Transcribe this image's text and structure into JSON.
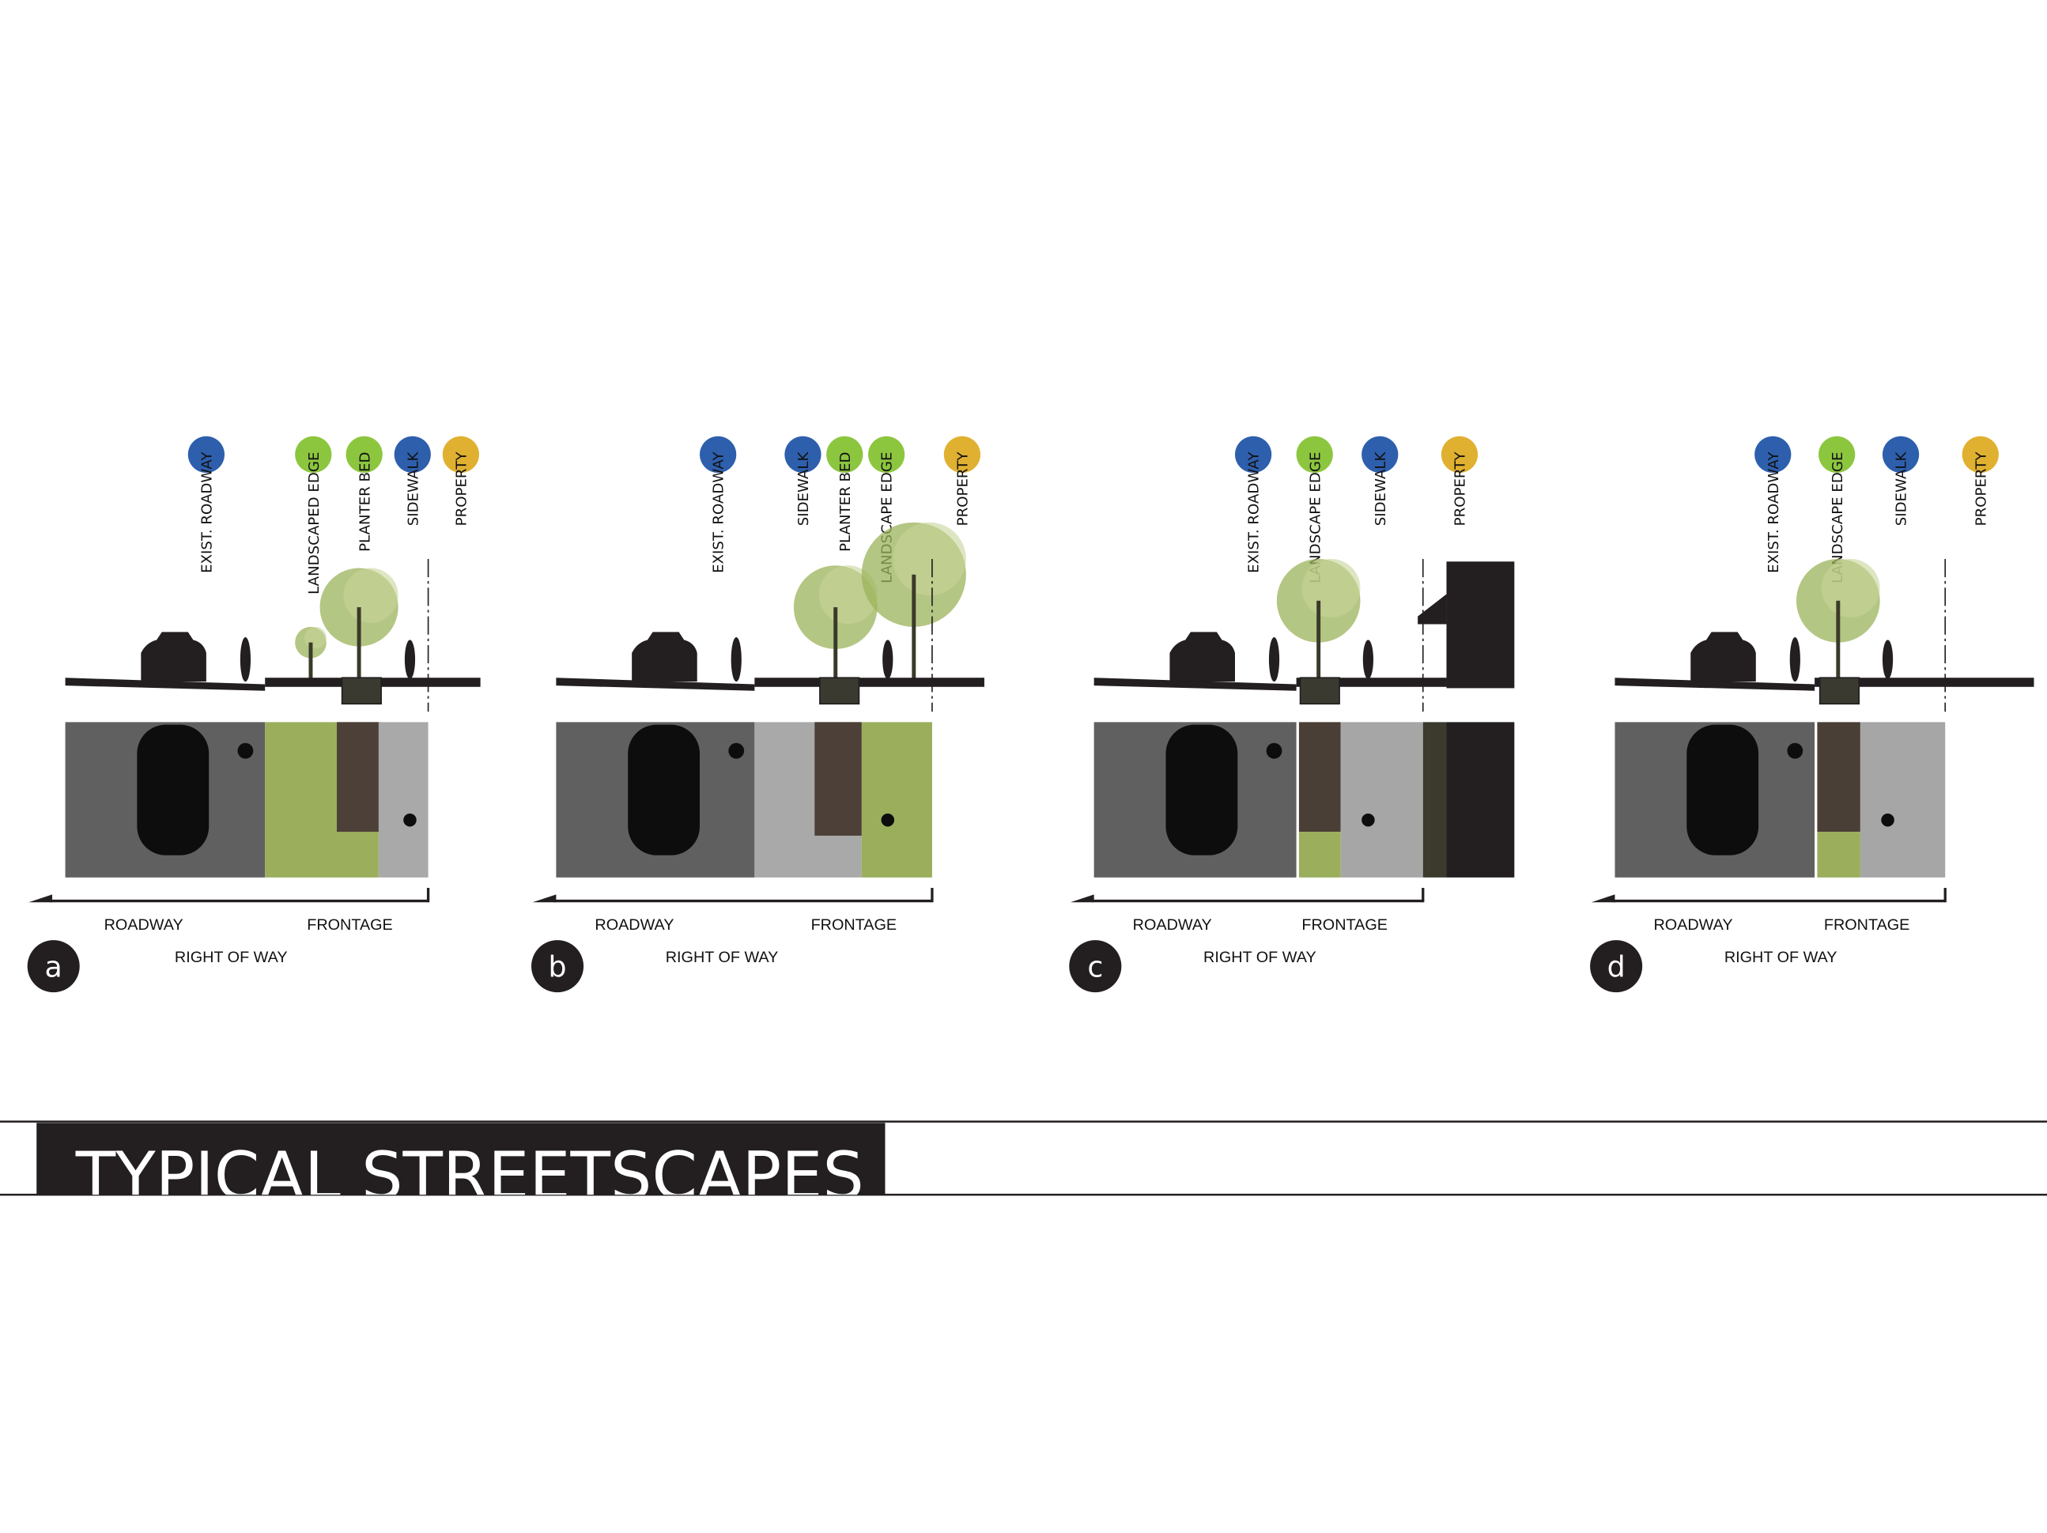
{
  "title": "TYPICAL STREETSCAPES",
  "colors": {
    "roadway": "#2e5fad",
    "landscape": "#8cc63f",
    "property": "#e0b030",
    "ink": "#231f20"
  },
  "panels": [
    {
      "letter": "a",
      "markers": [
        {
          "label": "EXIST. ROADWAY",
          "color": "#2e5fad"
        },
        {
          "label": "LANDSCAPED EDGE",
          "color": "#8cc63f"
        },
        {
          "label": "PLANTER BED",
          "color": "#8cc63f"
        },
        {
          "label": "SIDEWALK",
          "color": "#2e5fad"
        },
        {
          "label": "PROPERTY",
          "color": "#e0b030"
        }
      ],
      "roadway": "ROADWAY",
      "frontage": "FRONTAGE",
      "right_of_way": "RIGHT OF WAY"
    },
    {
      "letter": "b",
      "markers": [
        {
          "label": "EXIST. ROADWAY",
          "color": "#2e5fad"
        },
        {
          "label": "SIDEWALK",
          "color": "#2e5fad"
        },
        {
          "label": "PLANTER BED",
          "color": "#8cc63f"
        },
        {
          "label": "LANDSCAPE EDGE",
          "color": "#8cc63f"
        },
        {
          "label": "PROPERTY",
          "color": "#e0b030"
        }
      ],
      "roadway": "ROADWAY",
      "frontage": "FRONTAGE",
      "right_of_way": "RIGHT OF WAY"
    },
    {
      "letter": "c",
      "markers": [
        {
          "label": "EXIST. ROADWAY",
          "color": "#2e5fad"
        },
        {
          "label": "LANDSCAPE EDGE",
          "color": "#8cc63f"
        },
        {
          "label": "SIDEWALK",
          "color": "#2e5fad"
        },
        {
          "label": "PROPERTY",
          "color": "#e0b030"
        }
      ],
      "roadway": "ROADWAY",
      "frontage": "FRONTAGE",
      "right_of_way": "RIGHT OF WAY"
    },
    {
      "letter": "d",
      "markers": [
        {
          "label": "EXIST. ROADWAY",
          "color": "#2e5fad"
        },
        {
          "label": "LANDSCAPE EDGE",
          "color": "#8cc63f"
        },
        {
          "label": "SIDEWALK",
          "color": "#2e5fad"
        },
        {
          "label": "PROPERTY",
          "color": "#e0b030"
        }
      ],
      "roadway": "ROADWAY",
      "frontage": "FRONTAGE",
      "right_of_way": "RIGHT OF WAY"
    }
  ]
}
